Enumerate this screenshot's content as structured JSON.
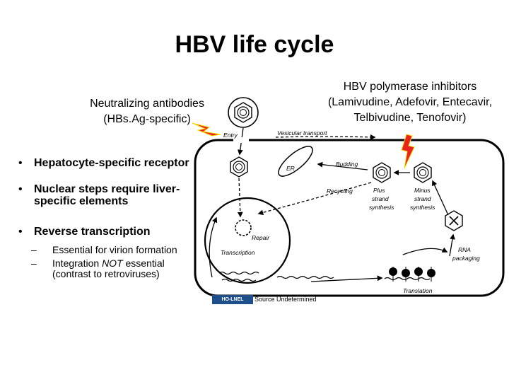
{
  "title": "HBV life cycle",
  "neutralizing": {
    "line1": "Neutralizing antibodies",
    "line2": "(HBs.Ag-specific)"
  },
  "polymerase": {
    "line1": "HBV polymerase inhibitors",
    "line2": "(Lamivudine, Adefovir, Entecavir,",
    "line3": "Telbivudine, Tenofovir)"
  },
  "bullets": [
    {
      "text": "Hepatocyte-specific receptor"
    },
    {
      "text": "Nuclear steps require liver-specific elements"
    },
    {
      "text": "Reverse transcription"
    }
  ],
  "sub_bullets": [
    {
      "text": "Essential for virion formation"
    },
    {
      "pre": "Integration ",
      "em": "NOT",
      "post": " essential (contrast to retroviruses)"
    }
  ],
  "bullet_glyph": "•",
  "dash_glyph": "–",
  "diagram_labels": {
    "entry": "Entry",
    "vesicular_transport": "Vesicular transport",
    "er": "ER",
    "budding": "Budding",
    "recycling": "Recycling",
    "plus_strand": [
      "Plus",
      "strand",
      "synthesis"
    ],
    "minus_strand": [
      "Minus",
      "strand",
      "synthesis"
    ],
    "repair": "Repair",
    "transcription": "Transcription",
    "rna_packaging": [
      "RNA",
      "packaging"
    ],
    "translation": "Translation"
  },
  "logo_text": "HO-LNEL",
  "source": "Source Undetermined",
  "colors": {
    "bolt_red": "#e8231e",
    "bolt_yellow": "#f5d800",
    "logo_blue": "#1f4e8c"
  }
}
